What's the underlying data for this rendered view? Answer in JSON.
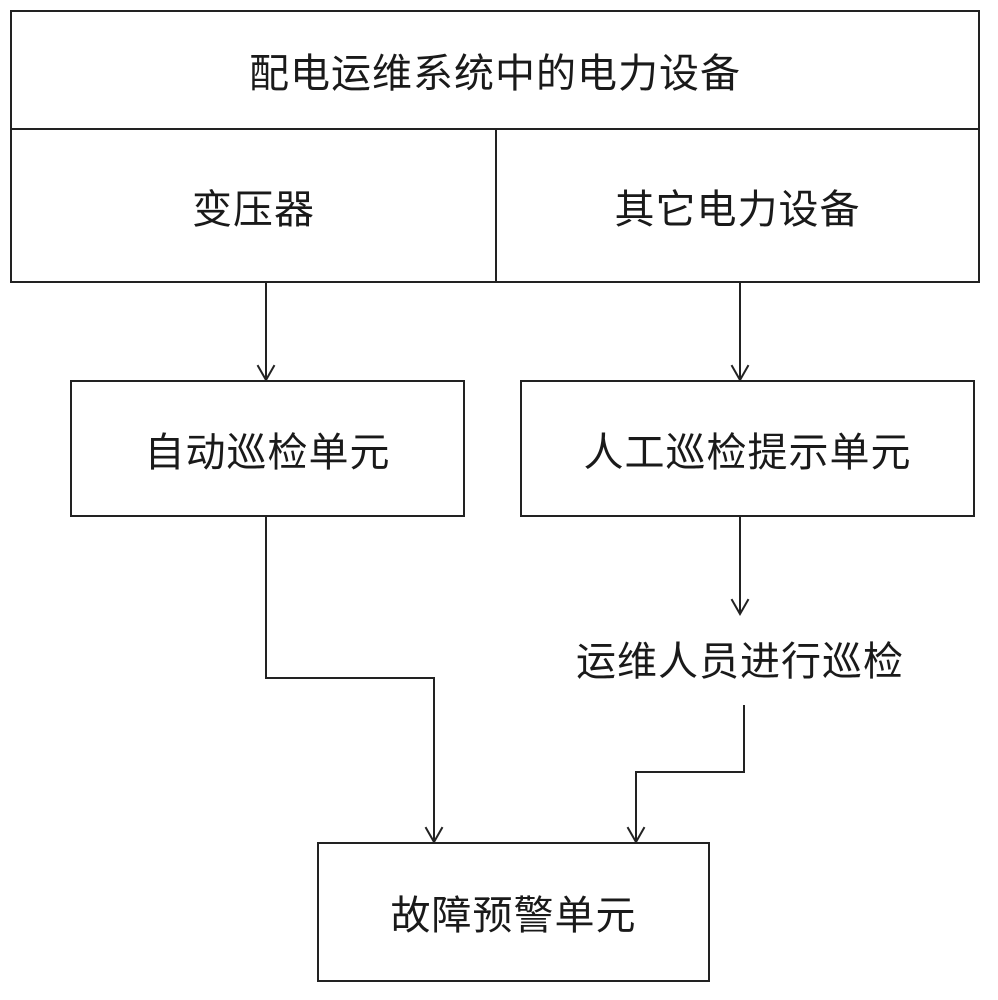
{
  "diagram": {
    "header": {
      "title": "配电运维系统中的电力设备",
      "left_cell": "变压器",
      "right_cell": "其它电力设备"
    },
    "nodes": {
      "auto_inspection": "自动巡检单元",
      "manual_prompt": "人工巡检提示单元",
      "staff_inspection": "运维人员进行巡检",
      "fault_warning": "故障预警单元"
    },
    "edges": [
      {
        "from": "变压器",
        "to": "自动巡检单元"
      },
      {
        "from": "其它电力设备",
        "to": "人工巡检提示单元"
      },
      {
        "from": "人工巡检提示单元",
        "to": "运维人员进行巡检"
      },
      {
        "from": "自动巡检单元",
        "to": "故障预警单元"
      },
      {
        "from": "运维人员进行巡检",
        "to": "故障预警单元"
      }
    ]
  }
}
